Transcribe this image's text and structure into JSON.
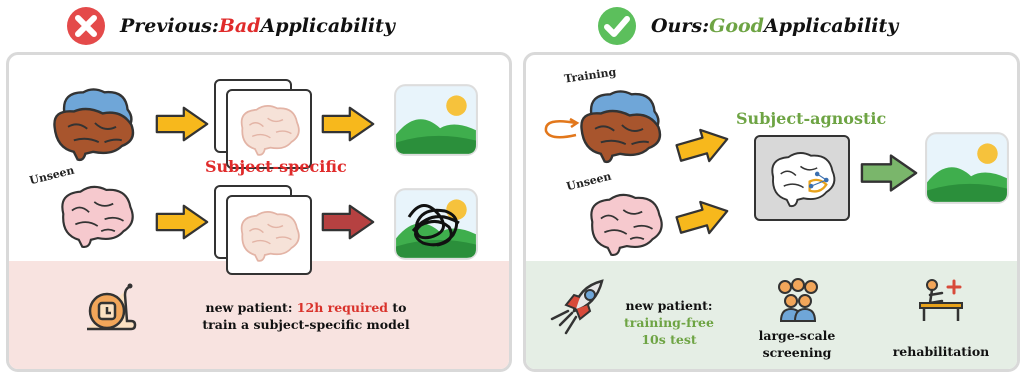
{
  "left": {
    "title_prefix": "Previous: ",
    "title_highlight": "Bad",
    "title_suffix": " Applicability",
    "unseen_label": "Unseen",
    "subject_specific": "Subject-specific",
    "note_line1_a": "new patient: ",
    "note_line1_b": "12h required",
    "note_line1_c": " to",
    "note_line2": "train a subject-specific model"
  },
  "right": {
    "title_prefix": "Ours: ",
    "title_highlight": "Good",
    "title_suffix": " Applicability",
    "training_label": "Training",
    "unseen_label": "Unseen",
    "subject_agnostic": "Subject-agnostic",
    "patient_line1": "new patient:",
    "patient_line2": "training-free",
    "patient_line3": "10s test",
    "screening_line1": "large-scale",
    "screening_line2": "screening",
    "rehab": "rehabilitation"
  },
  "colors": {
    "bad": "#e02b2b",
    "good": "#6ea444",
    "arrow_yellow": "#f7b81c",
    "arrow_red": "#b64141",
    "arrow_green": "#7ab66b"
  },
  "icons": [
    "cross-icon",
    "check-icon",
    "brain-icon",
    "landscape-icon",
    "snail-icon",
    "rocket-icon",
    "people-icon",
    "rehabilitation-icon"
  ]
}
